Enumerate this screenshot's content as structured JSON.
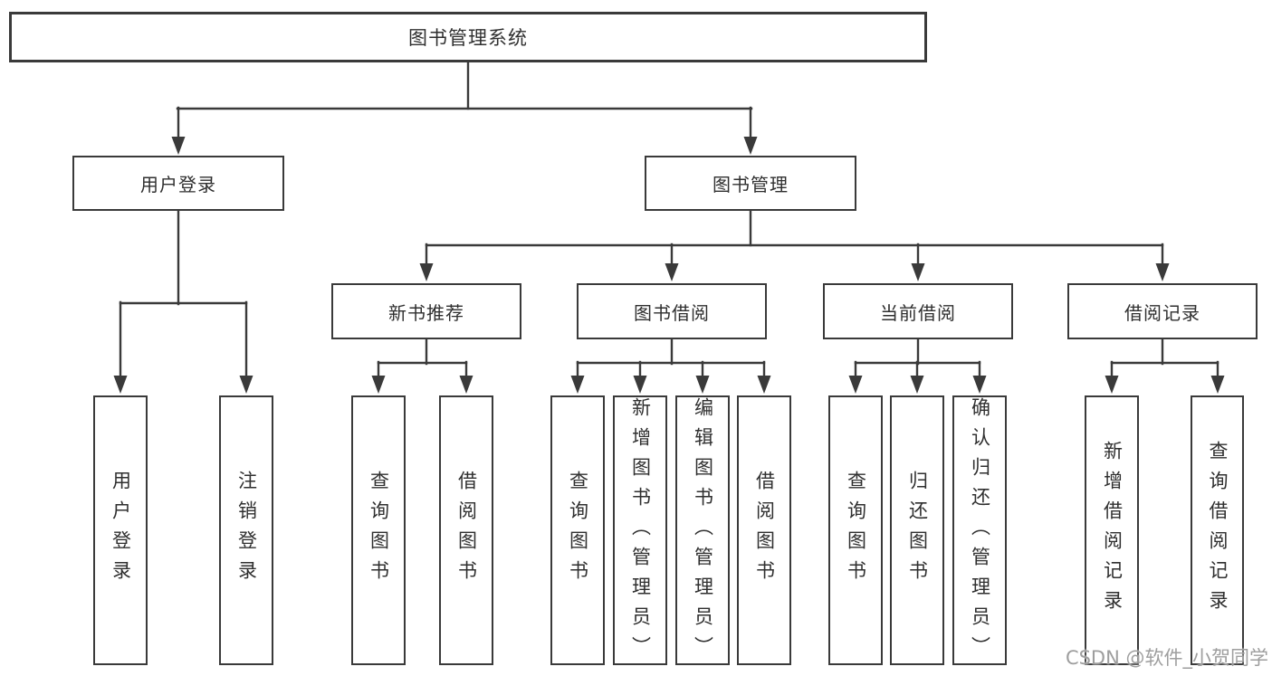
{
  "tree": {
    "root": {
      "label": "图书管理系统"
    },
    "branches": [
      {
        "label": "用户登录",
        "children": [
          {
            "label": "用户登录"
          },
          {
            "label": "注销登录"
          }
        ]
      },
      {
        "label": "图书管理",
        "children": [
          {
            "label": "新书推荐",
            "children": [
              {
                "label": "查询图书"
              },
              {
                "label": "借阅图书"
              }
            ]
          },
          {
            "label": "图书借阅",
            "children": [
              {
                "label": "查询图书"
              },
              {
                "label": "新增图书（管理员）"
              },
              {
                "label": "编辑图书（管理员）"
              },
              {
                "label": "借阅图书"
              }
            ]
          },
          {
            "label": "当前借阅",
            "children": [
              {
                "label": "查询图书"
              },
              {
                "label": "归还图书"
              },
              {
                "label": "确认归还（管理员）"
              }
            ]
          },
          {
            "label": "借阅记录",
            "children": [
              {
                "label": "新增借阅记录"
              },
              {
                "label": "查询借阅记录"
              }
            ]
          }
        ]
      }
    ]
  },
  "watermark": {
    "text": "CSDN @软件_小贺同学"
  },
  "colors": {
    "line": "#3a3a3a",
    "box_border": "#3a3a3a",
    "text": "#2f2f2f",
    "watermark": "#9e9e9e",
    "background": "#ffffff"
  }
}
